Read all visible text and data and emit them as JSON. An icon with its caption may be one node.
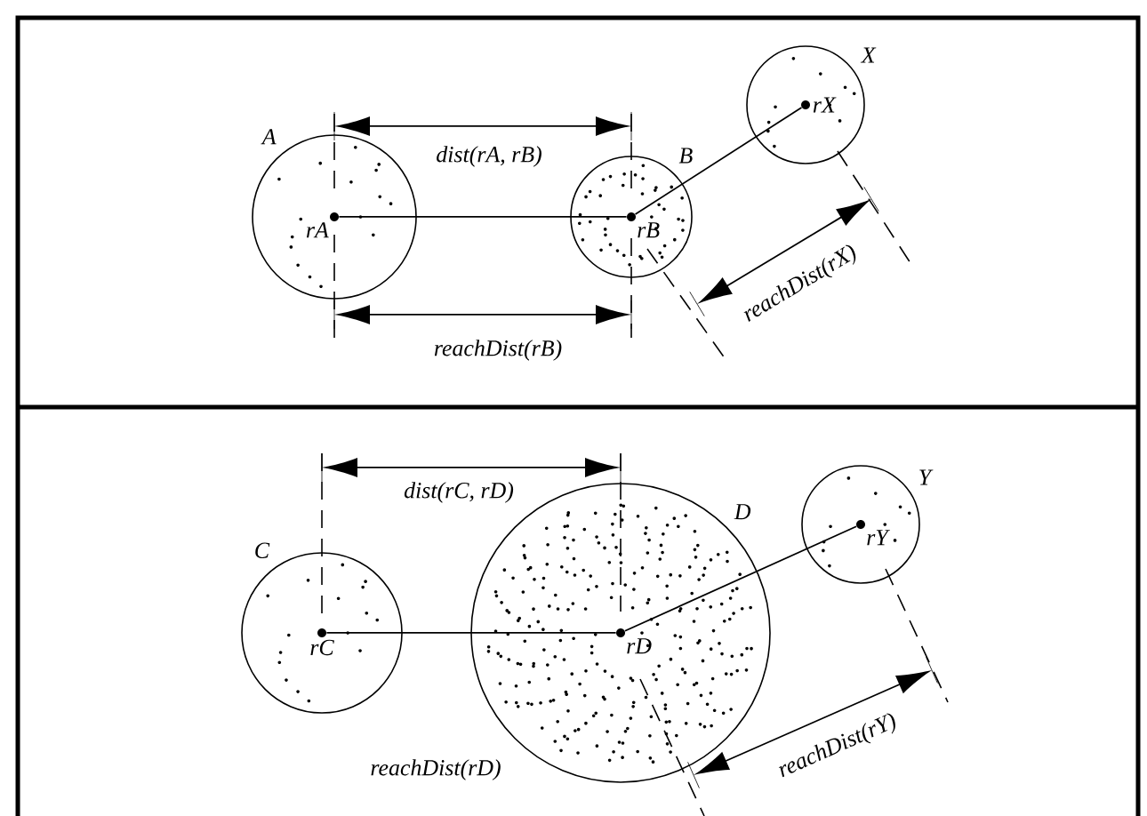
{
  "diagram": {
    "nodes": [
      {
        "text": [
          "A"
        ]
      },
      {
        "text": [
          "rA"
        ],
        "in": 0
      },
      {
        "text": [
          "B"
        ]
      },
      {
        "text": [
          "rB"
        ],
        "in": 2
      },
      {
        "text": [
          "X"
        ]
      },
      {
        "text": [
          "rX"
        ],
        "in": 4
      },
      {
        "text": [
          "C"
        ]
      },
      {
        "text": [
          "rC"
        ],
        "in": 6
      },
      {
        "text": [
          "D"
        ]
      },
      {
        "text": [
          "rD"
        ],
        "in": 8
      },
      {
        "text": [
          "Y"
        ]
      },
      {
        "text": [
          "rY"
        ],
        "in": 10
      }
    ],
    "edges": [
      {
        "from": 1,
        "to": 3,
        "arrow": "none"
      },
      {
        "from": 3,
        "to": 5,
        "arrow": "none"
      },
      {
        "from": 7,
        "to": 9,
        "arrow": "none"
      },
      {
        "from": 9,
        "to": 11,
        "arrow": "none"
      }
    ],
    "labels": [
      "dist(rA, rB)",
      "reachDist(rB)",
      "reachDist(rX)",
      "dist(rC, rD)",
      "reachDist(rD)",
      "reachDist(rY)"
    ]
  }
}
